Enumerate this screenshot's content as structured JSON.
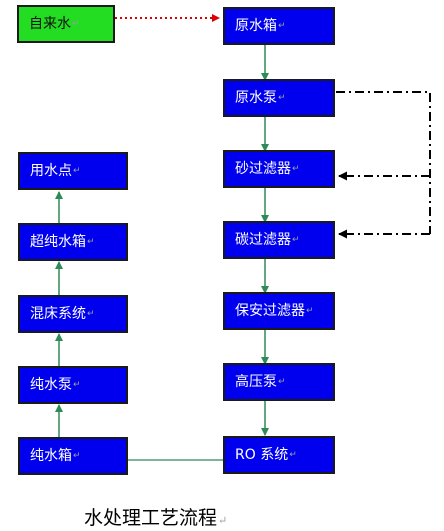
{
  "colors": {
    "box_fill": "#0000ee",
    "source_fill": "#22dd22",
    "flow_arrow": "#2e8b57",
    "supply_arrow": "#dd0000",
    "dashed_loop": "#000000"
  },
  "return_mark": "↵",
  "source": {
    "label": "自来水"
  },
  "boxes": {
    "raw_tank": "原水箱",
    "raw_pump": "原水泵",
    "sand_filter": "砂过滤器",
    "carbon_filter": "碳过滤器",
    "security_filter": "保安过滤器",
    "hp_pump": "高压泵",
    "ro_system": "RO 系统",
    "pure_tank": "纯水箱",
    "pure_pump": "纯水泵",
    "mixed_bed": "混床系统",
    "ultra_tank": "超纯水箱",
    "use_point": "用水点"
  },
  "caption": "水处理工艺流程"
}
